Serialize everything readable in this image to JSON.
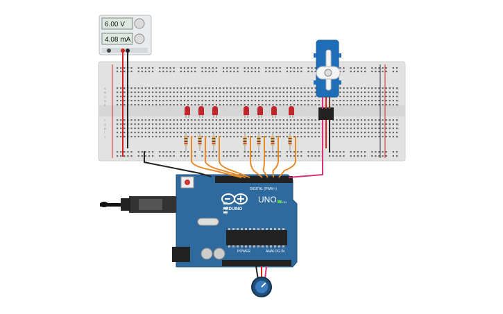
{
  "power_supply": {
    "voltage": "6.00 V",
    "current": "4.08 mA"
  },
  "arduino": {
    "brand": "ARDUINO",
    "model": "UNO",
    "digital_label": "DIGITAL (PWM~)",
    "power_label": "POWER",
    "analog_label": "ANALOG IN",
    "on_label": "ON"
  },
  "breadboard": {
    "row_letters_top": [
      "A",
      "B",
      "C",
      "D",
      "E"
    ],
    "row_letters_bottom": [
      "F",
      "G",
      "H",
      "I",
      "J"
    ]
  },
  "colors": {
    "red_led": "#c0262c",
    "wire_orange": "#e8892a",
    "wire_pink": "#d6317a",
    "wire_red": "#d22020",
    "wire_black": "#222222",
    "arduino_blue": "#2e6a9e",
    "servo_blue": "#1f6fb8",
    "breadboard": "#e4e4e4"
  },
  "icons": {
    "potentiometer": "potentiometer-knob-icon",
    "servo": "servo-motor-icon",
    "usb": "usb-plug-icon"
  }
}
